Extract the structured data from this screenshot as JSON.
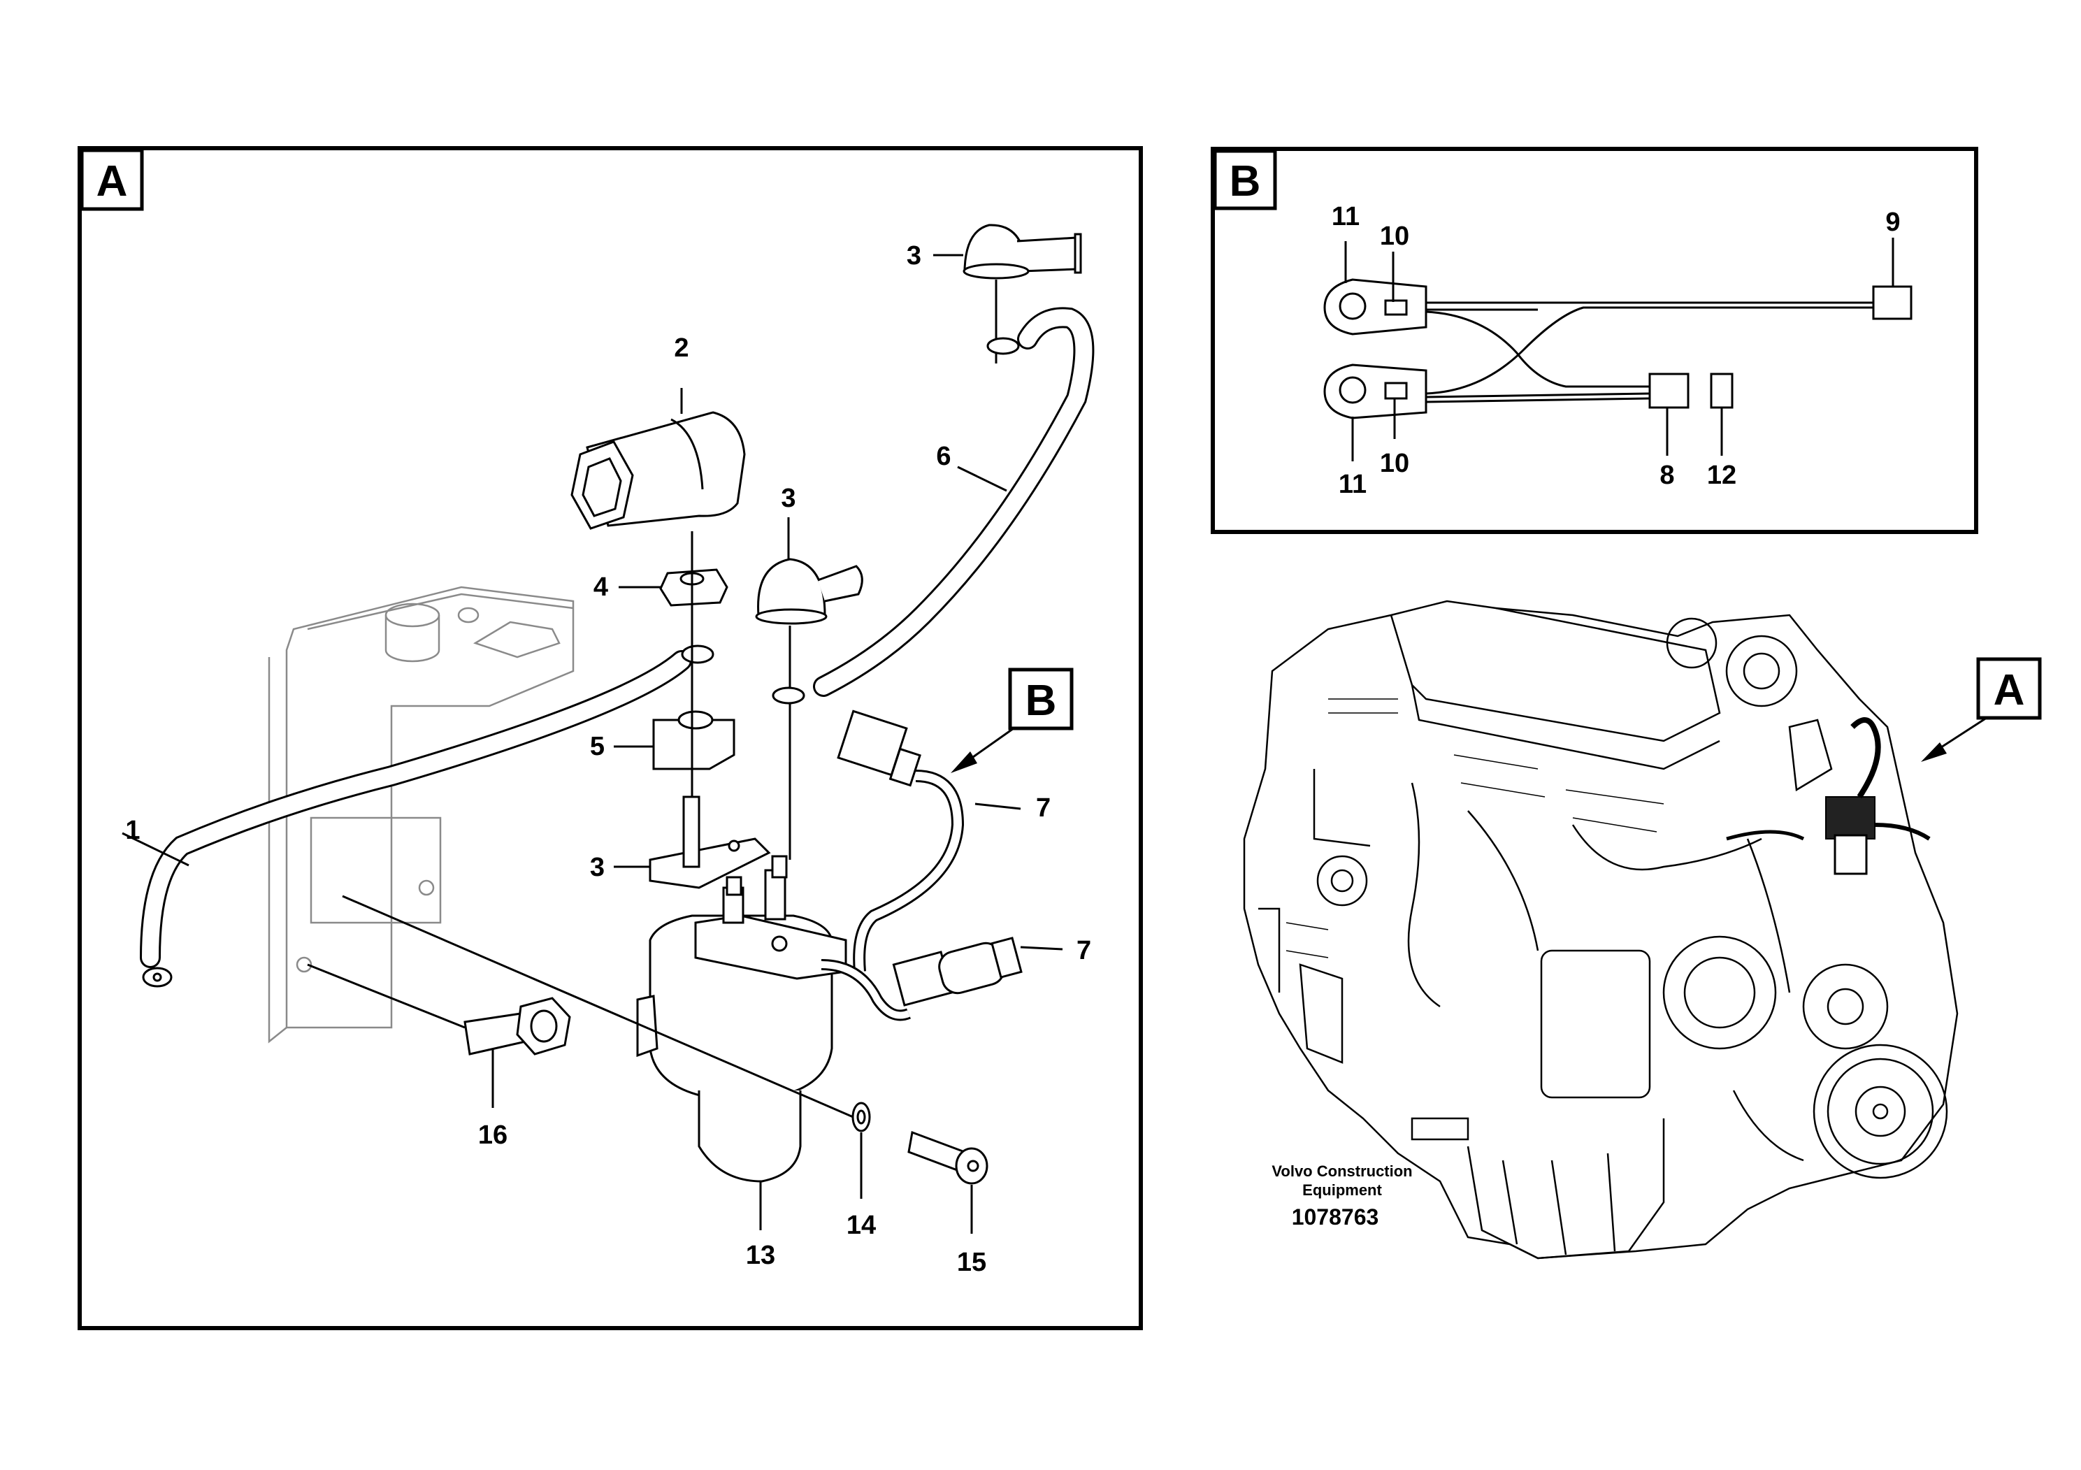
{
  "panels": {
    "a": {
      "tag": "A"
    },
    "b": {
      "tag": "B"
    },
    "callout_b": "B",
    "callout_a": "A"
  },
  "panel_a_labels": {
    "l1": "1",
    "l2": "2",
    "l3_top": "3",
    "l3_mid": "3",
    "l3_low": "3",
    "l4": "4",
    "l5": "5",
    "l6": "6",
    "l7_upper": "7",
    "l7_lower": "7",
    "l13": "13",
    "l14": "14",
    "l15": "15",
    "l16": "16"
  },
  "panel_b_labels": {
    "l11_top": "11",
    "l10_top": "10",
    "l9": "9",
    "l11_bot": "11",
    "l10_bot": "10",
    "l8": "8",
    "l12": "12"
  },
  "caption": {
    "line1": "Volvo Construction",
    "line2": "Equipment",
    "number": "1078763"
  }
}
